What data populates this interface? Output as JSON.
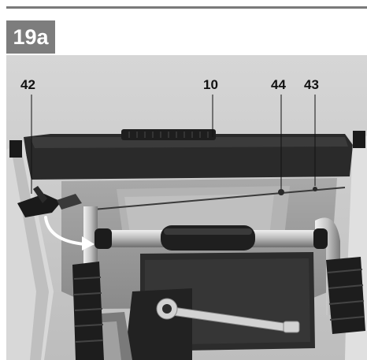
{
  "figure": {
    "label": "19a"
  },
  "callouts": {
    "c42": "42",
    "c10": "10",
    "c44": "44",
    "c43": "43"
  },
  "colors": {
    "label_bg": "#7d7d7d",
    "rule": "#7a7a7a",
    "arrow": "#ffffff"
  }
}
